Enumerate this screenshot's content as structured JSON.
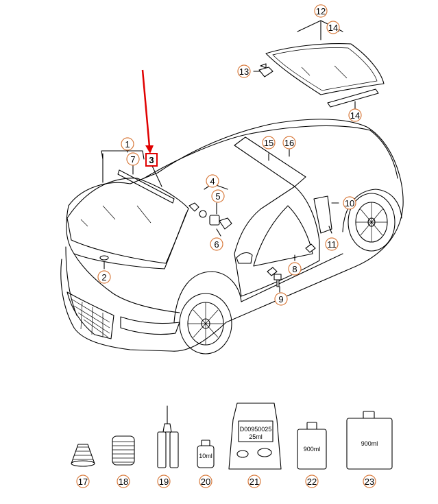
{
  "callouts": {
    "c1": "1",
    "c2": "2",
    "c3": "3",
    "c4": "4",
    "c5": "5",
    "c6": "6",
    "c7": "7",
    "c8": "8",
    "c9": "9",
    "c10": "10",
    "c11": "11",
    "c12": "12",
    "c13": "13",
    "c14a": "14",
    "c14b": "14",
    "c15": "15",
    "c16": "16",
    "c17": "17",
    "c18": "18",
    "c19": "19",
    "c20": "20",
    "c21": "21",
    "c22": "22",
    "c23": "23"
  },
  "products": {
    "pack_line1": "D00950025",
    "pack_line2": "25ml",
    "bottle_small": "10ml",
    "bottle_medium": "900ml",
    "bottle_large": "900ml"
  },
  "highlight": {
    "box_color": "#e00000",
    "arrow_color": "#e00000",
    "callout_ring_color": "#d87a3c"
  }
}
